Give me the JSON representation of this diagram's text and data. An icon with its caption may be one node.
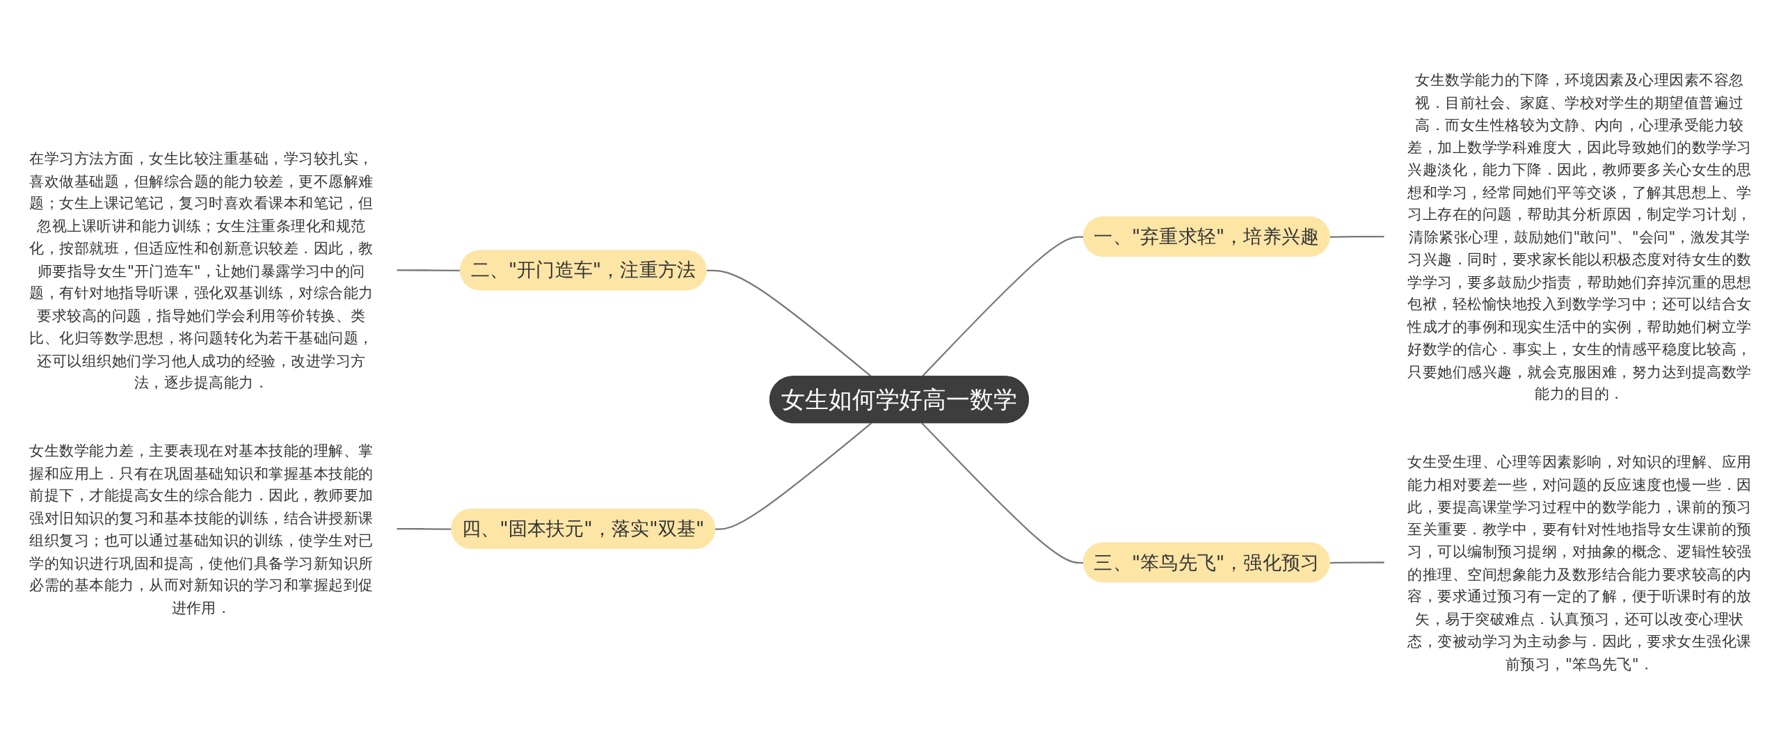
{
  "diagram": {
    "nodes": [
      {
        "text": [
          "女生如何学好高一数学"
        ]
      },
      {
        "text": [
          "一、\"弃重求轻\"，培养兴趣"
        ]
      },
      {
        "text": [
          "女生数学能力的下降，环境因素及心理因素不容忽视．目前社会、家庭、学校对学生的期望值普遍过高．而女生性格较为文静、内向，心理承受能力较差，加上数学学科难度大，因此导致她们的数学学习兴趣淡化，能力下降．因此，教师要多关心女生的思想和学习，经常同她们平等交谈，了解其思想上、学习上存在的问题，帮助其分析原因，制定学习计划，清除紧张心理，鼓励她们\"敢问\"、\"会问\"，激发其学习兴趣．同时，要求家长能以积极态度对待女生的数学学习，要多鼓励少指责，帮助她们弃掉沉重的思想包袱，轻松愉快地投入到数学学习中；还可以结合女性成才的事例和现实生活中的实例，帮助她们树立学好数学的信心．事实上，女生的情感平稳度比较高，只要她们感兴趣，就会克服困难，努力达到提高数学能力的目的．"
        ]
      },
      {
        "text": [
          "二、\"开门造车\"，注重方法"
        ]
      },
      {
        "text": [
          "在学习方法方面，女生比较注重基础，学习较扎实，喜欢做基础题，但解综合题的能力较差，更不愿解难题；女生上课记笔记，复习时喜欢看课本和笔记，但忽视上课听讲和能力训练；女生注重条理化和规范化，按部就班，但适应性和创新意识较差．因此，教师要指导女生\"开门造车\"，让她们暴露学习中的问题，有针对地指导听课，强化双基训练，对综合能力要求较高的问题，指导她们学会利用等价转换、类比、化归等数学思想，将问题转化为若干基础问题，还可以组织她们学习他人成功的经验，改进学习方法，逐步提高能力．"
        ]
      },
      {
        "text": [
          "三、\"笨鸟先飞\"，强化预习"
        ]
      },
      {
        "text": [
          "女生受生理、心理等因素影响，对知识的理解、应用能力相对要差一些，对问题的反应速度也慢一些．因此，要提高课堂学习过程中的数学能力，课前的预习至关重要．教学中，要有针对性地指导女生课前的预习，可以编制预习提纲，对抽象的概念、逻辑性较强的推理、空间想象能力及数形结合能力要求较高的内容，要求通过预习有一定的了解，便于听课时有的放矢，易于突破难点．认真预习，还可以改变心理状态，变被动学习为主动参与．因此，要求女生强化课前预习，\"笨鸟先飞\"．"
        ]
      },
      {
        "text": [
          "四、\"固本扶元\"，落实\"双基\""
        ]
      },
      {
        "text": [
          "女生数学能力差，主要表现在对基本技能的理解、掌握和应用上．只有在巩固基础知识和掌握基本技能的前提下，才能提高女生的综合能力．因此，教师要加强对旧知识的复习和基本技能的训练，结合讲授新课组织复习；也可以通过基础知识的训练，使学生对已学的知识进行巩固和提高，使他们具备学习新知识所必需的基本能力，从而对新知识的学习和掌握起到促进作用．"
        ]
      }
    ],
    "edges": [
      {
        "from": 0,
        "to": 1,
        "arrow": "none"
      },
      {
        "from": 1,
        "to": 2,
        "arrow": "none"
      },
      {
        "from": 0,
        "to": 3,
        "arrow": "none"
      },
      {
        "from": 3,
        "to": 4,
        "arrow": "none"
      },
      {
        "from": 0,
        "to": 5,
        "arrow": "none"
      },
      {
        "from": 5,
        "to": 6,
        "arrow": "none"
      },
      {
        "from": 0,
        "to": 7,
        "arrow": "none"
      },
      {
        "from": 7,
        "to": 8,
        "arrow": "none"
      }
    ]
  }
}
